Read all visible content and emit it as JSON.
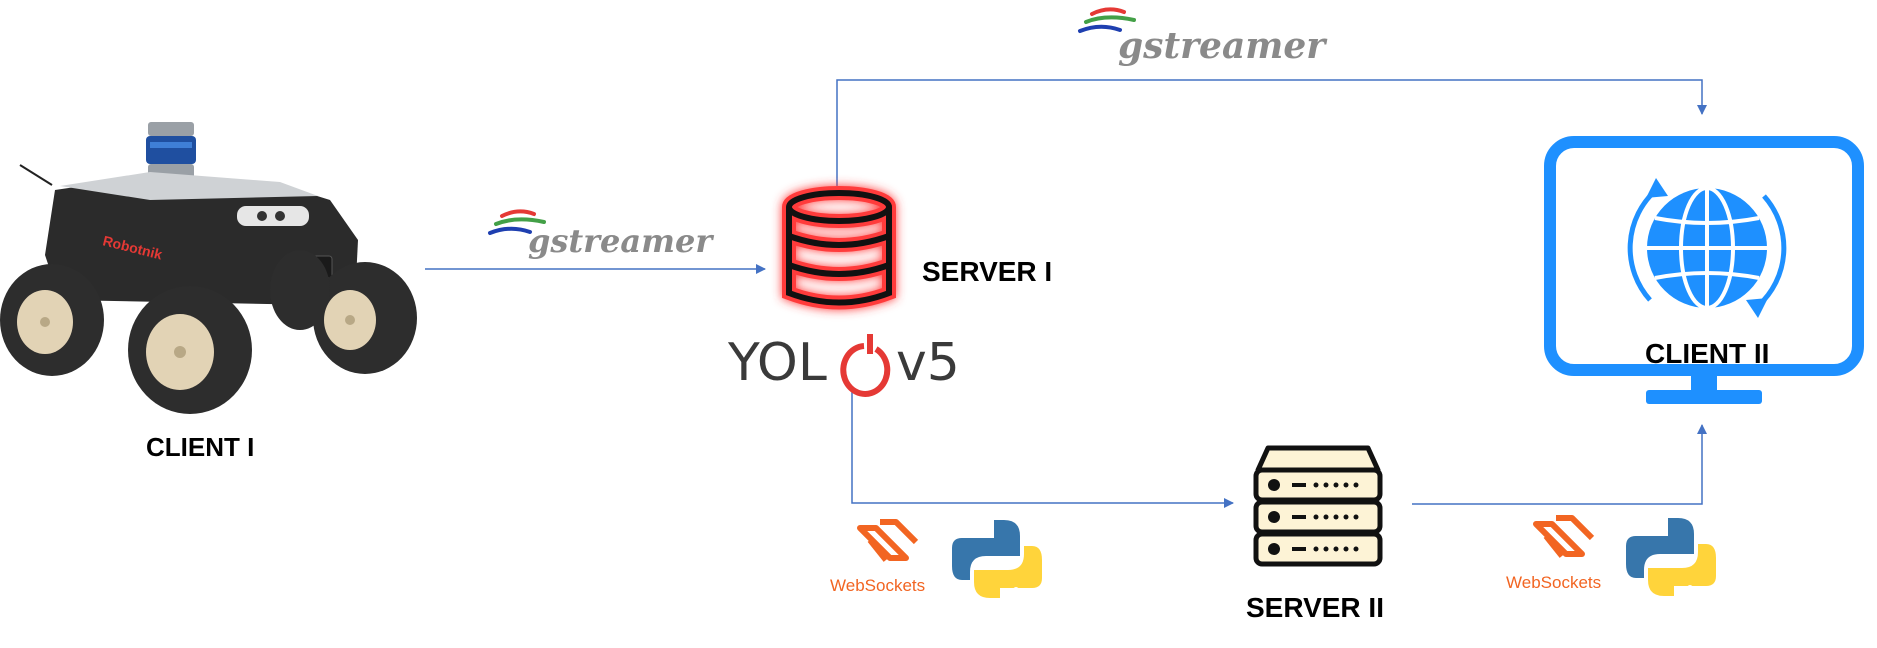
{
  "nodes": {
    "client1": {
      "label": "CLIENT I",
      "robot_brand": "Robotnik"
    },
    "server1": {
      "label": "SERVER I",
      "detector": "YOLOv5",
      "detector_prefix": "YOL",
      "detector_suffix": "v5"
    },
    "server2": {
      "label": "SERVER II"
    },
    "client2": {
      "label": "CLIENT II"
    }
  },
  "protocols": {
    "gstreamer": "gstreamer",
    "websockets": "WebSockets"
  },
  "edges": [
    {
      "from": "client1",
      "to": "server1",
      "via": "gstreamer"
    },
    {
      "from": "server1",
      "to": "client2",
      "via": "gstreamer"
    },
    {
      "from": "server1",
      "to": "server2",
      "via": "WebSockets + Python"
    },
    {
      "from": "server2",
      "to": "client2",
      "via": "WebSockets + Python"
    }
  ],
  "colors": {
    "connector": "#4472c4",
    "monitor": "#1e90ff",
    "database_glow": "#ff3b3b",
    "websockets": "#f26522",
    "python_blue": "#3776ab",
    "python_yellow": "#ffd43b",
    "server_fill": "#fdf3d6",
    "gstreamer_text": "#8a8a8a"
  }
}
